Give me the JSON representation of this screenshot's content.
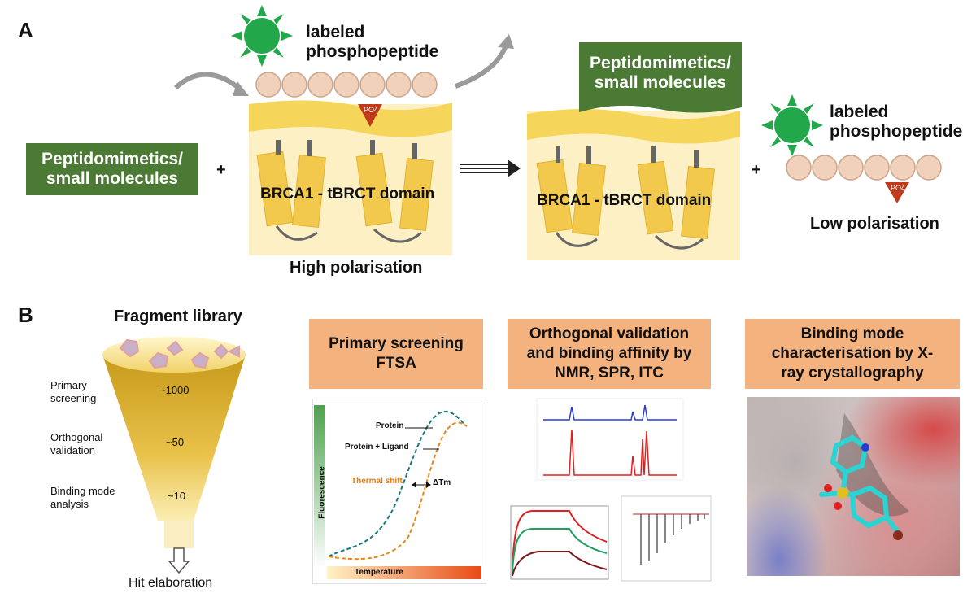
{
  "panel_a": {
    "letter": "A",
    "left_box": "Peptidomimetics/\nsmall molecules",
    "plus1": "+",
    "labeled_peptide_1": "labeled\nphosphopeptide",
    "po4_1": "PO4",
    "domain_1": "BRCA1 - tBRCT domain",
    "high_pol": "High polarisation",
    "right_box": "Peptidomimetics/\nsmall molecules",
    "domain_2": "BRCA1 - tBRCT domain",
    "plus2": "+",
    "labeled_peptide_2": "labeled\nphosphopeptide",
    "po4_2": "PO4",
    "low_pol": "Low polarisation"
  },
  "panel_b": {
    "letter": "B",
    "funnel_title": "Fragment library",
    "stages": [
      {
        "label": "Primary\nscreening",
        "count": "~1000"
      },
      {
        "label": "Orthogonal\nvalidation",
        "count": "~50"
      },
      {
        "label": "Binding mode\nanalysis",
        "count": "~10"
      }
    ],
    "hit": "Hit elaboration",
    "box1": "Primary screening\nFTSA",
    "box2": "Orthogonal validation\nand binding affinity by\nNMR, SPR, ITC",
    "box3": "Binding mode\ncharacterisation by X-\nray crystallography",
    "ftsa": {
      "protein": "Protein",
      "protein_ligand": "Protein + Ligand",
      "thermal_shift": "Thermal shift",
      "dtm": "ΔTm",
      "ylabel": "Fluorescence",
      "xlabel": "Temperature"
    }
  },
  "colors": {
    "green_box": "#4a7a33",
    "peach": "#f3b27e",
    "domain_yellow": "#f5d55a",
    "po4_red": "#c0391b",
    "sun_green": "#22a84a"
  }
}
